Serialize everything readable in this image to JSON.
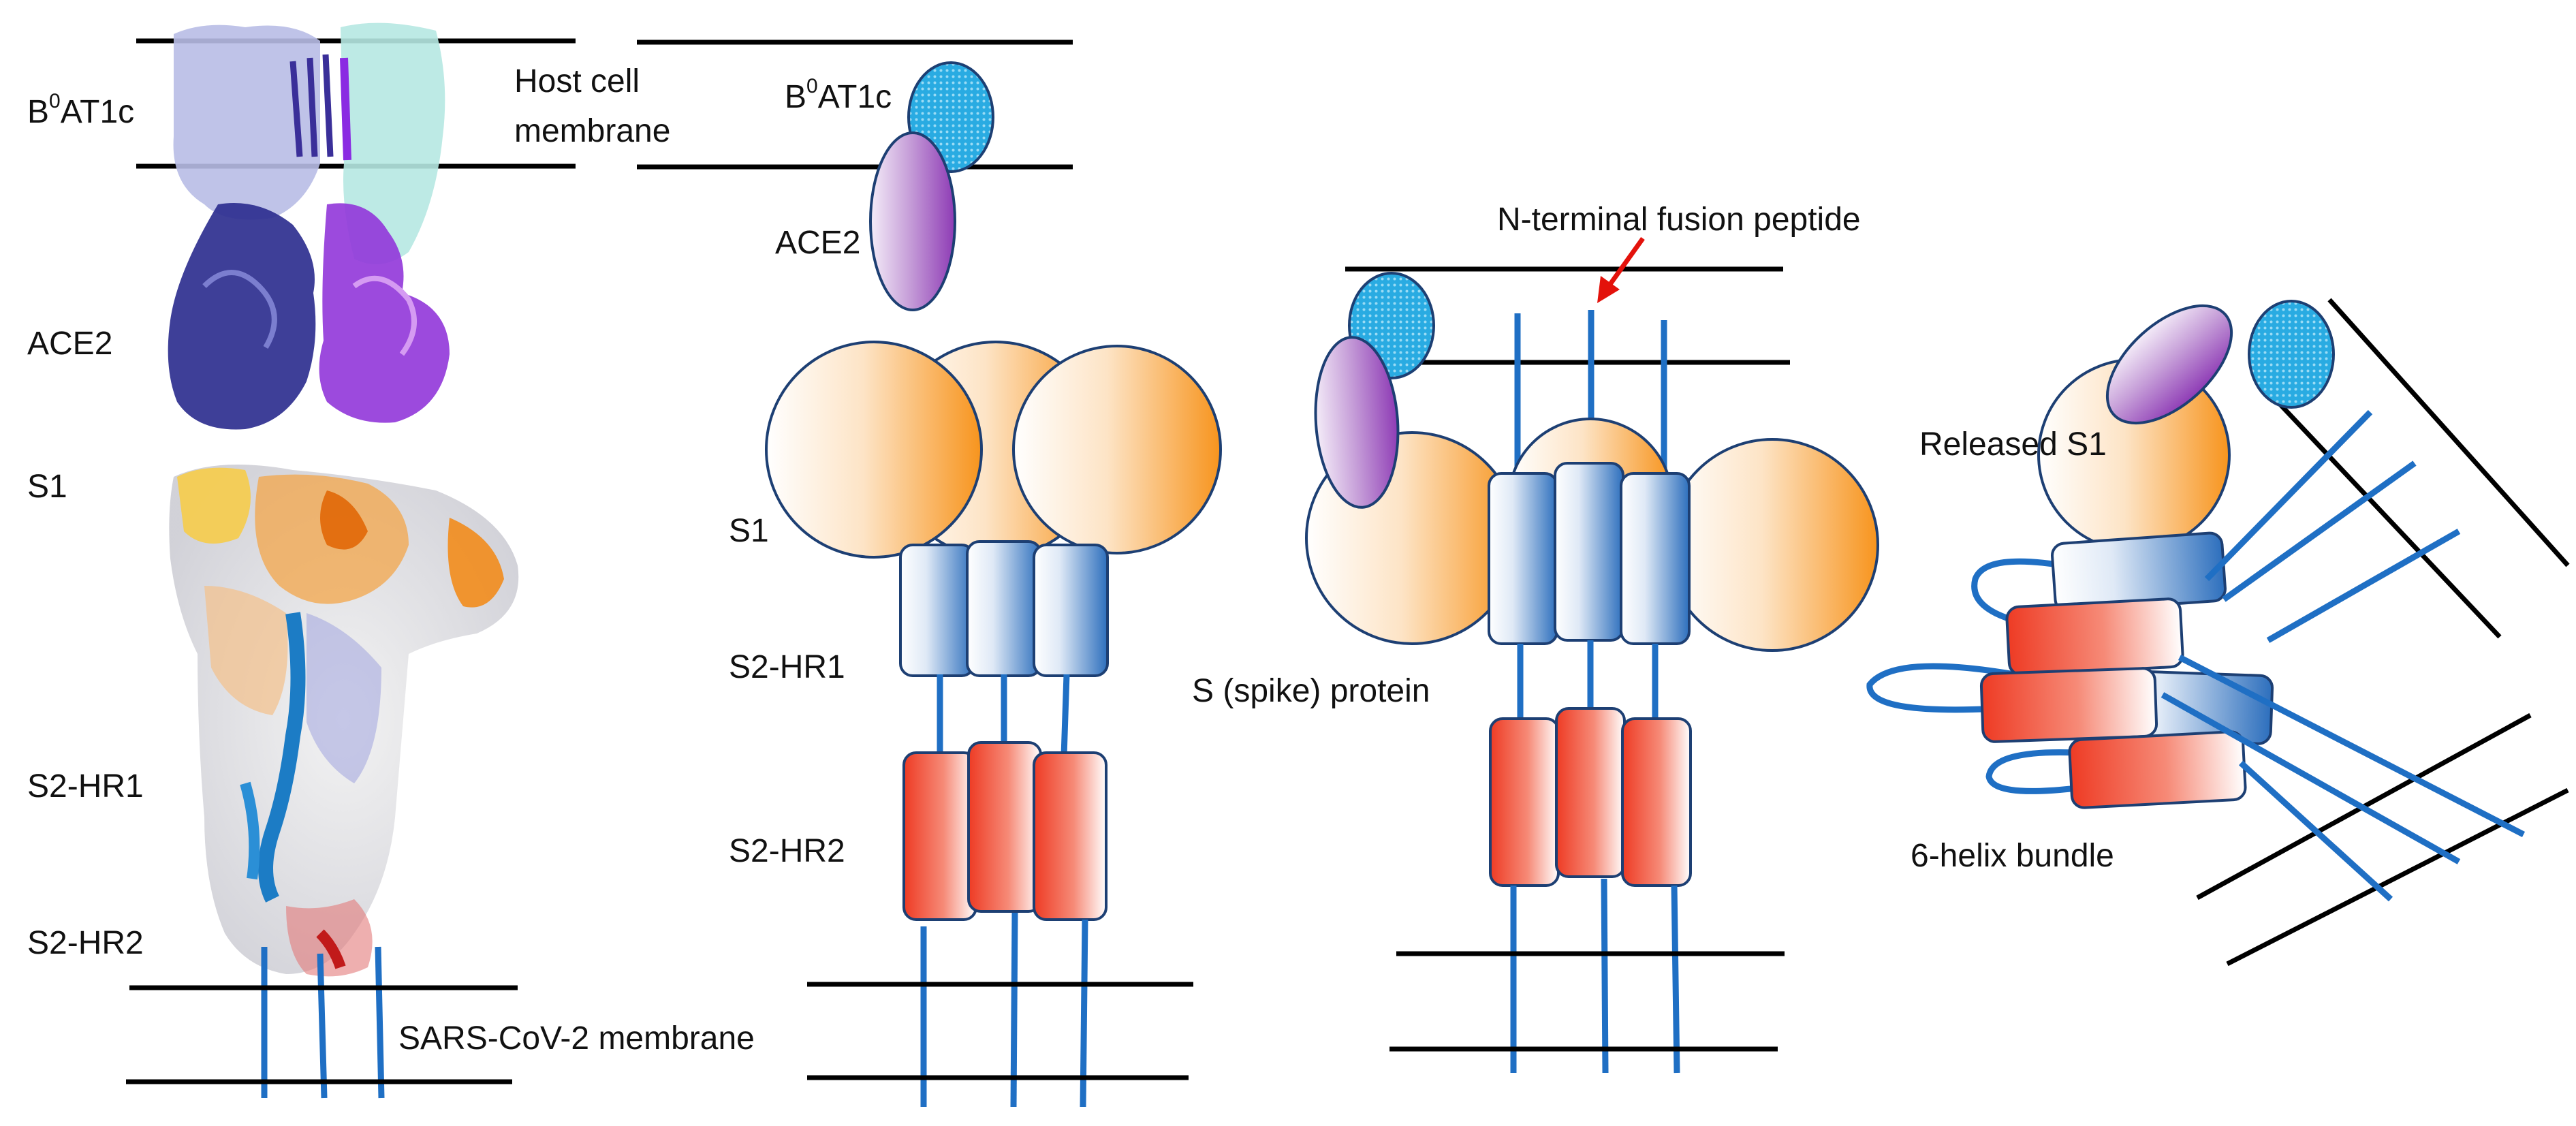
{
  "labels": {
    "b0at1c": "B",
    "b0at1c_sup": "0",
    "b0at1c_rest": "AT1c",
    "ace2": "ACE2",
    "s1": "S1",
    "s2_hr1": "S2-HR1",
    "s2_hr2": "S2-HR2",
    "host_membrane_1": "Host cell",
    "host_membrane_2": "membrane",
    "virus_membrane": "SARS-CoV-2 membrane",
    "fusion_peptide": "N-terminal fusion peptide",
    "spike_protein": "S (spike) protein",
    "released_s1": "Released S1",
    "six_helix": "6-helix bundle"
  },
  "colors": {
    "membrane": "#000000",
    "chain": "#1f6fc4",
    "s1_orange": "#f7941d",
    "hr1_blue": "#2d6fbd",
    "hr2_red": "#ee3b24",
    "ace2_purple": "#8e3bb5",
    "b0at1c_cyan": "#29abe2",
    "arrow": "#e3120b",
    "outline": "#1d3f73"
  }
}
